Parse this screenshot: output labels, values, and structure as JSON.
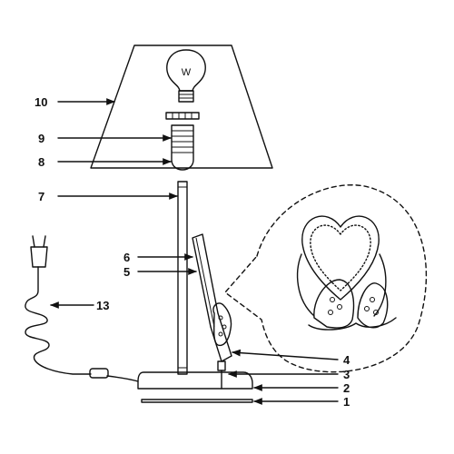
{
  "diagram": {
    "callouts": [
      {
        "id": "1",
        "text": "1"
      },
      {
        "id": "2",
        "text": "2"
      },
      {
        "id": "3",
        "text": "3"
      },
      {
        "id": "4",
        "text": "4"
      },
      {
        "id": "5",
        "text": "5"
      },
      {
        "id": "6",
        "text": "6"
      },
      {
        "id": "7",
        "text": "7"
      },
      {
        "id": "8",
        "text": "8"
      },
      {
        "id": "9",
        "text": "9"
      },
      {
        "id": "10",
        "text": "10"
      },
      {
        "id": "13",
        "text": "13"
      }
    ],
    "bulb_mark": "W",
    "line_color": "#111111",
    "background": "#ffffff"
  }
}
